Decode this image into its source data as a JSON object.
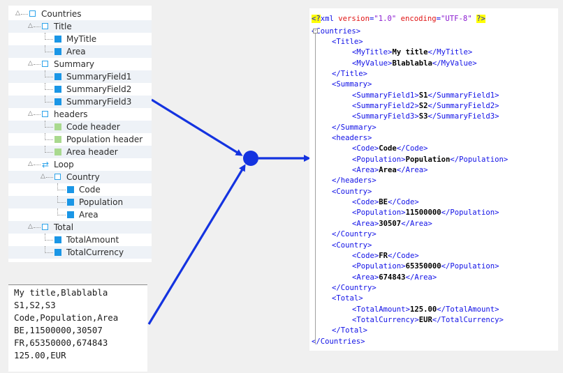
{
  "tree": {
    "rows": [
      {
        "label": "Countries",
        "icon": "box",
        "level": 0,
        "twisty": true
      },
      {
        "label": "Title",
        "icon": "box",
        "level": 1,
        "twisty": true
      },
      {
        "label": "MyTitle",
        "icon": "field",
        "level": 2
      },
      {
        "label": "Area",
        "icon": "field",
        "level": 2
      },
      {
        "label": "Summary",
        "icon": "box",
        "level": 1,
        "twisty": true
      },
      {
        "label": "SummaryField1",
        "icon": "field",
        "level": 2
      },
      {
        "label": "SummaryField2",
        "icon": "field",
        "level": 2
      },
      {
        "label": "SummaryField3",
        "icon": "field",
        "level": 2
      },
      {
        "label": "headers",
        "icon": "box",
        "level": 1,
        "twisty": true
      },
      {
        "label": "Code header",
        "icon": "light-field",
        "level": 2
      },
      {
        "label": "Population header",
        "icon": "light-field",
        "level": 2
      },
      {
        "label": "Area header",
        "icon": "light-field",
        "level": 2
      },
      {
        "label": "Loop",
        "icon": "loop",
        "level": 1,
        "twisty": true
      },
      {
        "label": "Country",
        "icon": "box",
        "level": 2,
        "twisty": true
      },
      {
        "label": "Code",
        "icon": "field",
        "level": 3
      },
      {
        "label": "Population",
        "icon": "field",
        "level": 3
      },
      {
        "label": "Area",
        "icon": "field",
        "level": 3
      },
      {
        "label": "Total",
        "icon": "box",
        "level": 1,
        "twisty": true
      },
      {
        "label": "TotalAmount",
        "icon": "field",
        "level": 2
      },
      {
        "label": "TotalCurrency",
        "icon": "field",
        "level": 2
      }
    ]
  },
  "csv": {
    "lines": [
      "My title,Blablabla",
      "S1,S2,S3",
      "Code,Population,Area",
      "BE,11500000,30507",
      "FR,65350000,674843",
      "125.00,EUR"
    ]
  },
  "xml": {
    "declaration": {
      "open": "<?",
      "name": "xml",
      "version_attr": "version",
      "version_val": "\"1.0\"",
      "encoding_attr": "encoding",
      "encoding_val": "\"UTF-8\"",
      "close": "?>"
    },
    "lines": [
      {
        "indent": 0,
        "open": "Countries"
      },
      {
        "indent": 1,
        "open": "Title"
      },
      {
        "indent": 2,
        "open": "MyTitle",
        "text": "My title",
        "close": "MyTitle"
      },
      {
        "indent": 2,
        "open": "MyValue",
        "text": "Blablabla",
        "close": "MyValue"
      },
      {
        "indent": 1,
        "close": "Title"
      },
      {
        "indent": 1,
        "open": "Summary"
      },
      {
        "indent": 2,
        "open": "SummaryField1",
        "text": "S1",
        "close": "SummaryField1"
      },
      {
        "indent": 2,
        "open": "SummaryField2",
        "text": "S2",
        "close": "SummaryField2"
      },
      {
        "indent": 2,
        "open": "SummaryField3",
        "text": "S3",
        "close": "SummaryField3"
      },
      {
        "indent": 1,
        "close": "Summary"
      },
      {
        "indent": 1,
        "open": "headers"
      },
      {
        "indent": 2,
        "open": "Code",
        "text": "Code",
        "close": "Code"
      },
      {
        "indent": 2,
        "open": "Population",
        "text": "Population",
        "close": "Population"
      },
      {
        "indent": 2,
        "open": "Area",
        "text": "Area",
        "close": "Area"
      },
      {
        "indent": 1,
        "close": "headers"
      },
      {
        "indent": 1,
        "open": "Country"
      },
      {
        "indent": 2,
        "open": "Code",
        "text": "BE",
        "close": "Code"
      },
      {
        "indent": 2,
        "open": "Population",
        "text": "11500000",
        "close": "Population"
      },
      {
        "indent": 2,
        "open": "Area",
        "text": "30507",
        "close": "Area"
      },
      {
        "indent": 1,
        "close": "Country"
      },
      {
        "indent": 1,
        "open": "Country"
      },
      {
        "indent": 2,
        "open": "Code",
        "text": "FR",
        "close": "Code"
      },
      {
        "indent": 2,
        "open": "Population",
        "text": "65350000",
        "close": "Population"
      },
      {
        "indent": 2,
        "open": "Area",
        "text": "674843",
        "close": "Area"
      },
      {
        "indent": 1,
        "close": "Country"
      },
      {
        "indent": 1,
        "open": "Total"
      },
      {
        "indent": 2,
        "open": "TotalAmount",
        "text": "125.00",
        "close": "TotalAmount"
      },
      {
        "indent": 2,
        "open": "TotalCurrency",
        "text": "EUR",
        "close": "TotalCurrency"
      },
      {
        "indent": 1,
        "close": "Total"
      },
      {
        "indent": 0,
        "close": "Countries"
      }
    ]
  },
  "colors": {
    "arrow": "#1433e0",
    "tree_icon": "#1a96e6",
    "tree_light_icon": "#a9d98f",
    "xml_tag": "#1010e6",
    "xml_attr": "#e01414",
    "xml_value": "#8a1bd0",
    "pi_highlight": "#ffff00"
  }
}
